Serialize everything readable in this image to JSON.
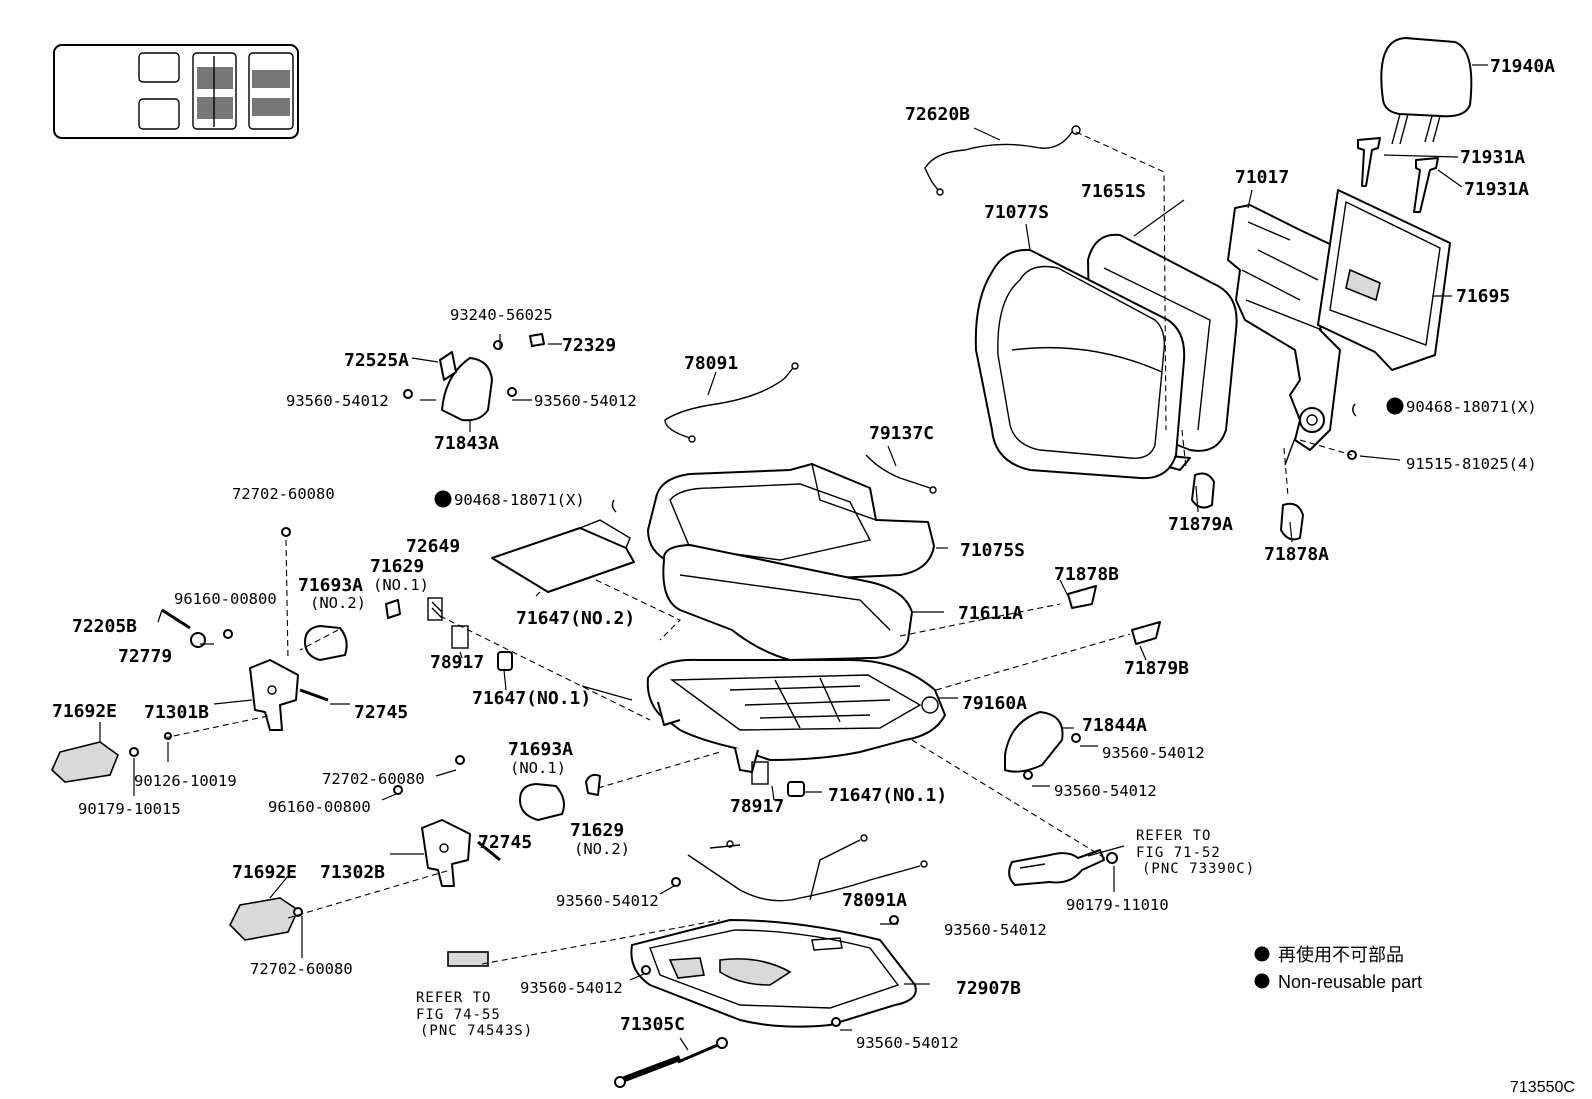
{
  "figure_code": "713550C",
  "legend": {
    "jp": "再使用不可部品",
    "en": "Non-reusable part"
  },
  "references": {
    "ref1": {
      "line1": "REFER TO",
      "line2": "FIG 71-52",
      "line3": "(PNC 73390C)"
    },
    "ref2": {
      "line1": "REFER TO",
      "line2": "FIG 74-55",
      "line3": "(PNC 74543S)"
    }
  },
  "parts": {
    "p71940A": "71940A",
    "p71931A_1": "71931A",
    "p71931A_2": "71931A",
    "p72620B": "72620B",
    "p71017": "71017",
    "p71651S": "71651S",
    "p71077S": "71077S",
    "p71695": "71695",
    "p90468_r": "90468-18071(X)",
    "p91515": "91515-81025(4)",
    "p71879A": "71879A",
    "p71878A": "71878A",
    "p93240": "93240-56025",
    "p72329": "72329",
    "p72525A": "72525A",
    "p93560_a": "93560-54012",
    "p93560_b": "93560-54012",
    "p71843A": "71843A",
    "p78091": "78091",
    "p79137C": "79137C",
    "p72702_a": "72702-60080",
    "p90468_l": "90468-18071(X)",
    "p71075S": "71075S",
    "p72649": "72649",
    "p71629_1": "71629",
    "p71629_1n": "(NO.1)",
    "p71693A_2": "71693A",
    "p71693A_2n": "(NO.2)",
    "p96160_a": "96160-00800",
    "p72205B": "72205B",
    "p72779": "72779",
    "p71647_2": "71647(NO.2)",
    "p71611A": "71611A",
    "p71878B": "71878B",
    "p78917_a": "78917",
    "p71879B": "71879B",
    "p71647_1a": "71647(NO.1)",
    "p71692E_a": "71692E",
    "p71301B": "71301B",
    "p72745_a": "72745",
    "p79160A": "79160A",
    "p71844A": "71844A",
    "p93560_c": "93560-54012",
    "p93560_d": "93560-54012",
    "p90126": "90126-10019",
    "p90179_a": "90179-10015",
    "p71693A_1": "71693A",
    "p71693A_1n": "(NO.1)",
    "p72702_b": "72702-60080",
    "p96160_b": "96160-00800",
    "p78917_b": "78917",
    "p71647_1b": "71647(NO.1)",
    "p71629_2": "71629",
    "p71629_2n": "(NO.2)",
    "p72745_b": "72745",
    "p71692E_b": "71692E",
    "p71302B": "71302B",
    "p78091A": "78091A",
    "p90179_b": "90179-11010",
    "p93560_e": "93560-54012",
    "p93560_f": "93560-54012",
    "p72702_c": "72702-60080",
    "p93560_g": "93560-54012",
    "p72907B": "72907B",
    "p71305C": "71305C",
    "p93560_h": "93560-54012"
  }
}
